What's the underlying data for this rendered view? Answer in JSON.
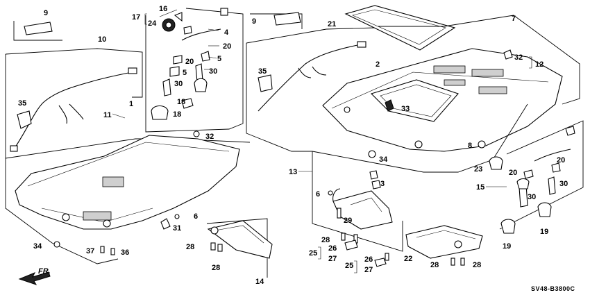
{
  "diagram_code": "SV48-B3800C",
  "direction_label": "FR.",
  "callouts": {
    "c1": "1",
    "c2": "2",
    "c3": "3",
    "c4": "4",
    "c5a": "5",
    "c5b": "5",
    "c6a": "6",
    "c6b": "6",
    "c7": "7",
    "c8": "8",
    "c9a": "9",
    "c9b": "9",
    "c10": "10",
    "c11": "11",
    "c12": "12",
    "c13": "13",
    "c14": "14",
    "c15": "15",
    "c16": "16",
    "c17": "17",
    "c18a": "18",
    "c18b": "18",
    "c19a": "19",
    "c19b": "19",
    "c20a": "20",
    "c20b": "20",
    "c20c": "20",
    "c20d": "20",
    "c21": "21",
    "c22": "22",
    "c23": "23",
    "c24": "24",
    "c25a": "25",
    "c25b": "25",
    "c26a": "26",
    "c26b": "26",
    "c27a": "27",
    "c27b": "27",
    "c28a": "28",
    "c28b": "28",
    "c28c": "28",
    "c28d": "28",
    "c28e": "28",
    "c29": "29",
    "c30a": "30",
    "c30b": "30",
    "c30c": "30",
    "c30d": "30",
    "c31": "31",
    "c32a": "32",
    "c32b": "32",
    "c33": "33",
    "c34a": "34",
    "c34b": "34",
    "c35a": "35",
    "c35b": "35",
    "c36": "36",
    "c37": "37"
  }
}
